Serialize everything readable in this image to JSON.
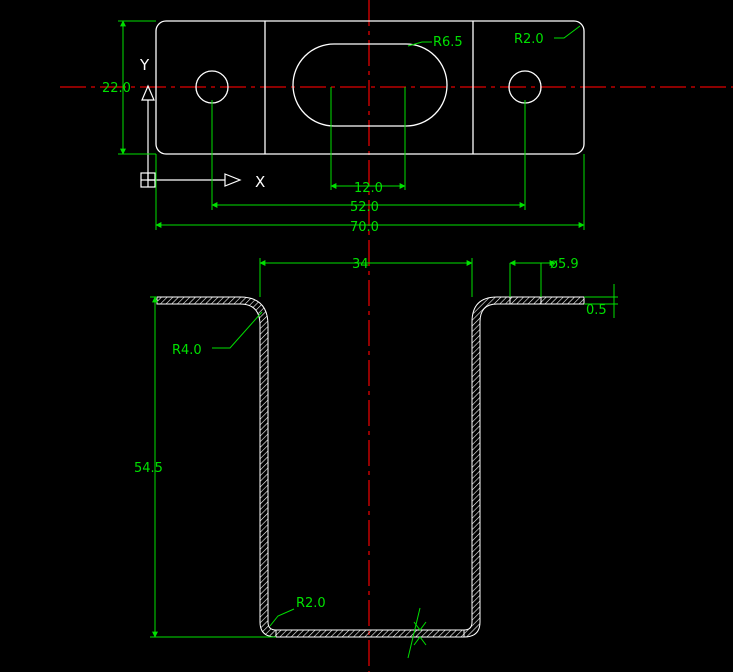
{
  "drawing": {
    "top_view": {
      "dim_overall_length": "70.0",
      "dim_hole_spacing": "52.0",
      "dim_slot_width": "12.0",
      "dim_height": "22.0",
      "radius_slot": "R6.5",
      "radius_corner": "R2.0"
    },
    "front_view": {
      "dim_inner_width": "34",
      "dim_height": "54.5",
      "dim_hole": "ø5.9",
      "dim_thickness": "0.5",
      "radius_outer_bend": "R4.0",
      "radius_inner_bend": "R2.0"
    },
    "ucs": {
      "x_label": "X",
      "y_label": "Y"
    }
  },
  "colors": {
    "background": "#000000",
    "geometry": "#ffffff",
    "dimension": "#00e000",
    "centerline": "#e00000"
  }
}
